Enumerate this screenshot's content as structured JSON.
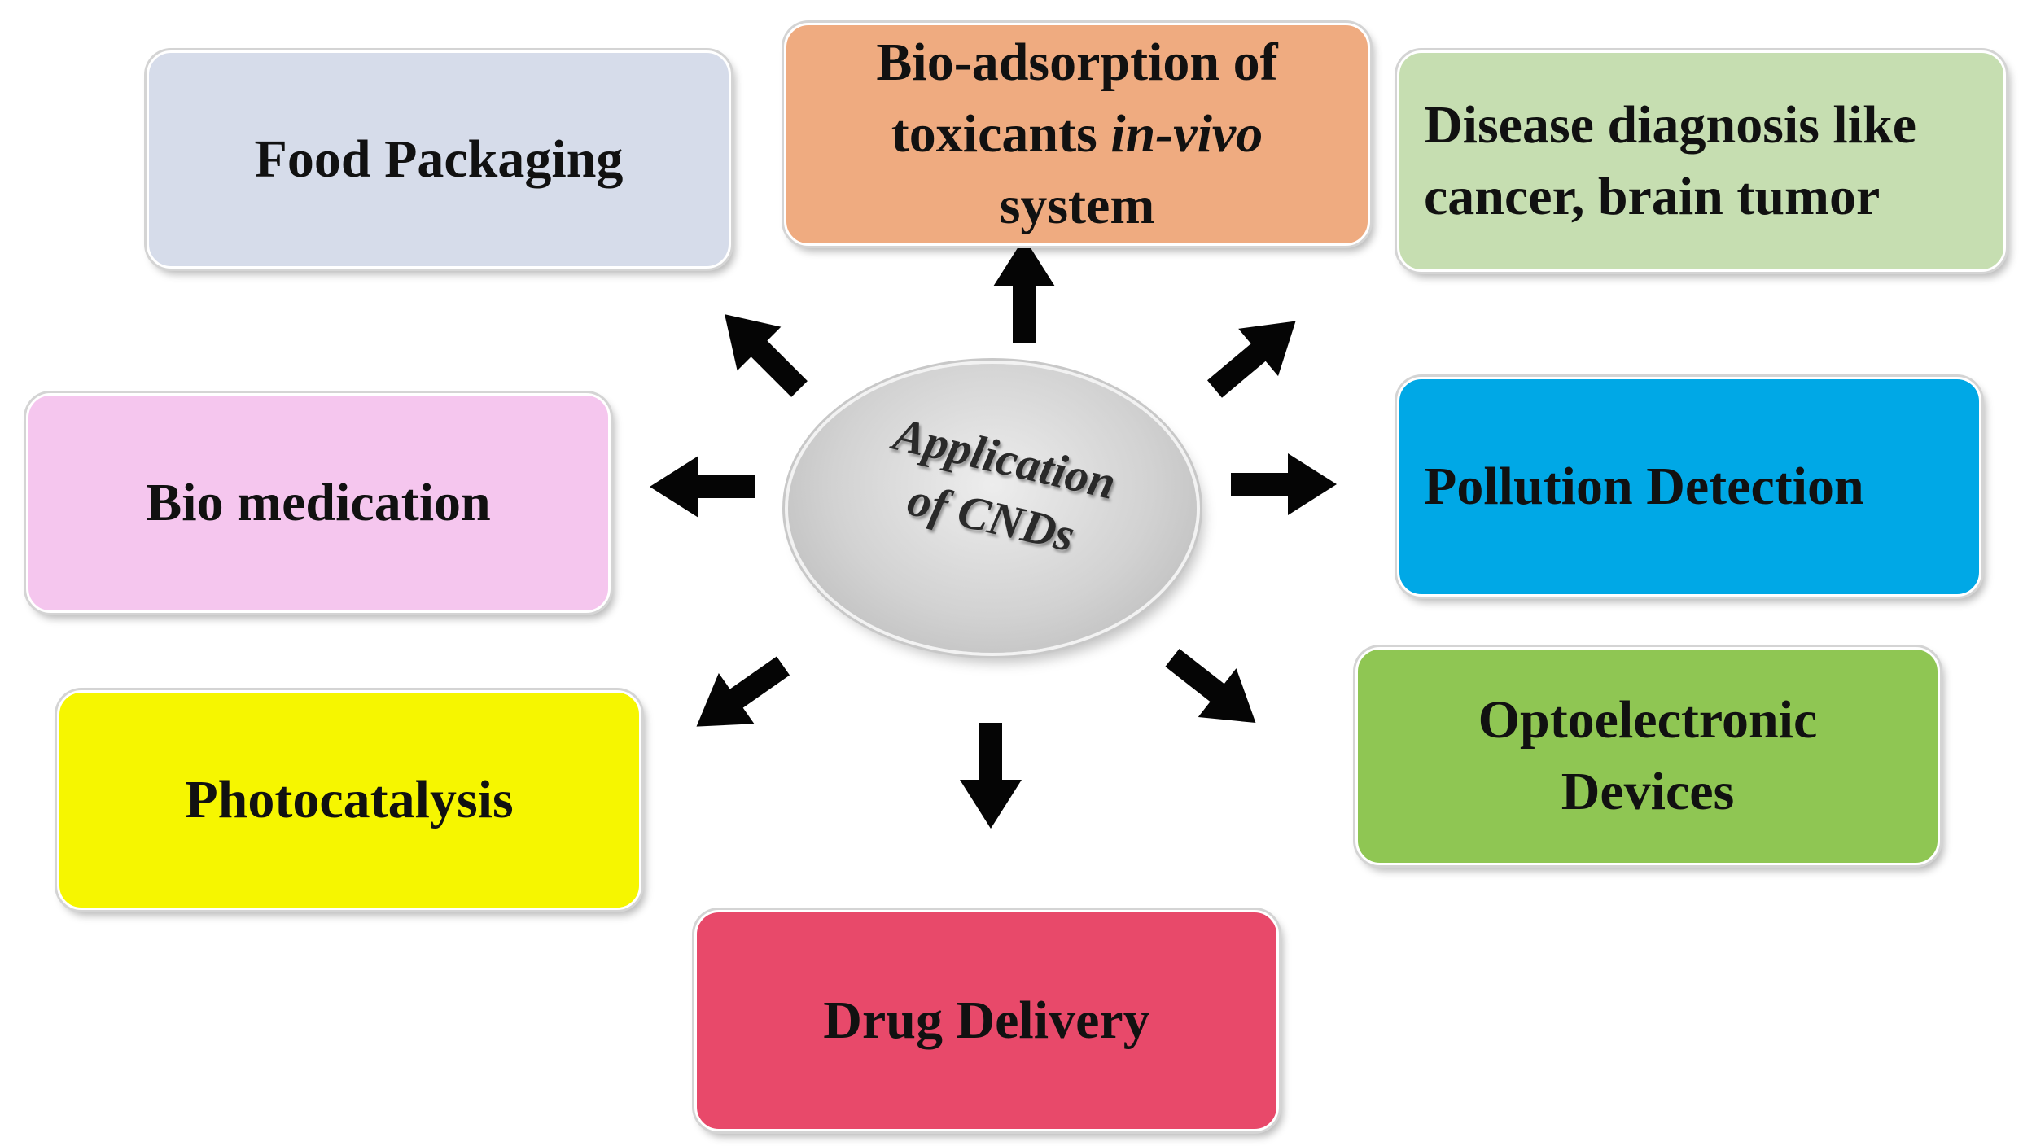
{
  "center": {
    "label": "Application\nof CNDs",
    "color": "#d2d2d2"
  },
  "applications": [
    {
      "id": "food-packaging",
      "label": "Food Packaging",
      "color": "#d6dcea"
    },
    {
      "id": "bio-adsorption",
      "label_pre": "Bio-adsorption of\ntoxicants ",
      "label_ital": "in-vivo",
      "label_post": "\nsystem",
      "color": "#efab80"
    },
    {
      "id": "disease-diagnosis",
      "label": "Disease diagnosis like\ncancer, brain tumor",
      "color": "#c6deb1"
    },
    {
      "id": "bio-medication",
      "label": "Bio medication",
      "color": "#f5c6ee"
    },
    {
      "id": "pollution-detection",
      "label": "Pollution Detection",
      "color": "#00a8e6"
    },
    {
      "id": "photocatalysis",
      "label": "Photocatalysis",
      "color": "#f6f600"
    },
    {
      "id": "optoelectronic-devices",
      "label": "Optoelectronic\nDevices",
      "color": "#8fc653"
    },
    {
      "id": "drug-delivery",
      "label": "Drug Delivery",
      "color": "#e8496a"
    }
  ]
}
